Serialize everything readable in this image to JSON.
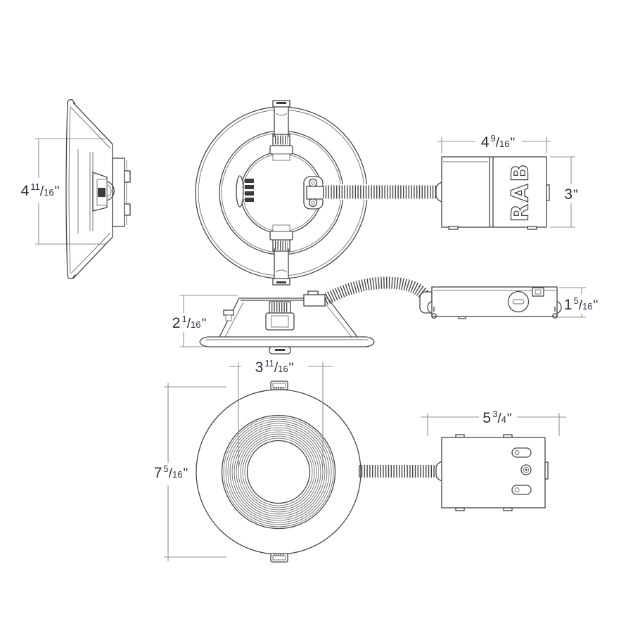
{
  "brand": {
    "logo_text": "RAB"
  },
  "dimensions": {
    "side_profile_height": {
      "whole": "4",
      "num": "11",
      "den": "16",
      "slash": "/",
      "unit": "\""
    },
    "jbox_top_width": {
      "whole": "4",
      "num": "9",
      "den": "16",
      "slash": "/",
      "unit": "\""
    },
    "jbox_top_height": {
      "whole": "3",
      "unit": "\""
    },
    "side_view_height": {
      "whole": "2",
      "num": "1",
      "den": "16",
      "slash": "/",
      "unit": "\""
    },
    "flat_jbox_height": {
      "whole": "1",
      "num": "5",
      "den": "16",
      "slash": "/",
      "unit": "\""
    },
    "trim_opening_width": {
      "whole": "3",
      "num": "11",
      "den": "16",
      "slash": "/",
      "unit": "\""
    },
    "trim_outer_diameter": {
      "whole": "7",
      "num": "5",
      "den": "16",
      "slash": "/",
      "unit": "\""
    },
    "jbox_bottom_width": {
      "whole": "5",
      "num": "3",
      "den": "4",
      "slash": "/",
      "unit": "\""
    }
  },
  "colors": {
    "line": "#454548",
    "dimension_line": "#8f8f98",
    "text": "#2d2d3a",
    "dark_fill": "#3a3a3f",
    "background": "#ffffff"
  }
}
